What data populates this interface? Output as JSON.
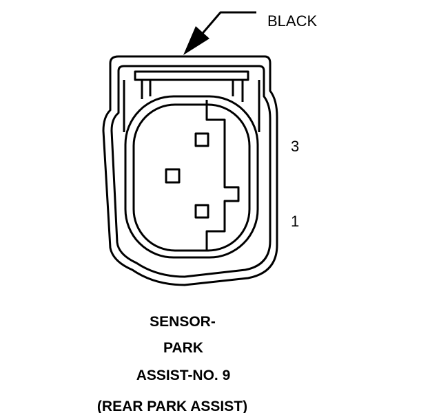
{
  "connector": {
    "color_label": "BLACK",
    "pin_labels": [
      "3",
      "1"
    ],
    "caption_lines": [
      "SENSOR-",
      "PARK",
      "ASSIST-NO. 9",
      "(REAR PARK ASSIST)"
    ]
  },
  "colors": {
    "line": "#000000",
    "background": "#ffffff"
  }
}
